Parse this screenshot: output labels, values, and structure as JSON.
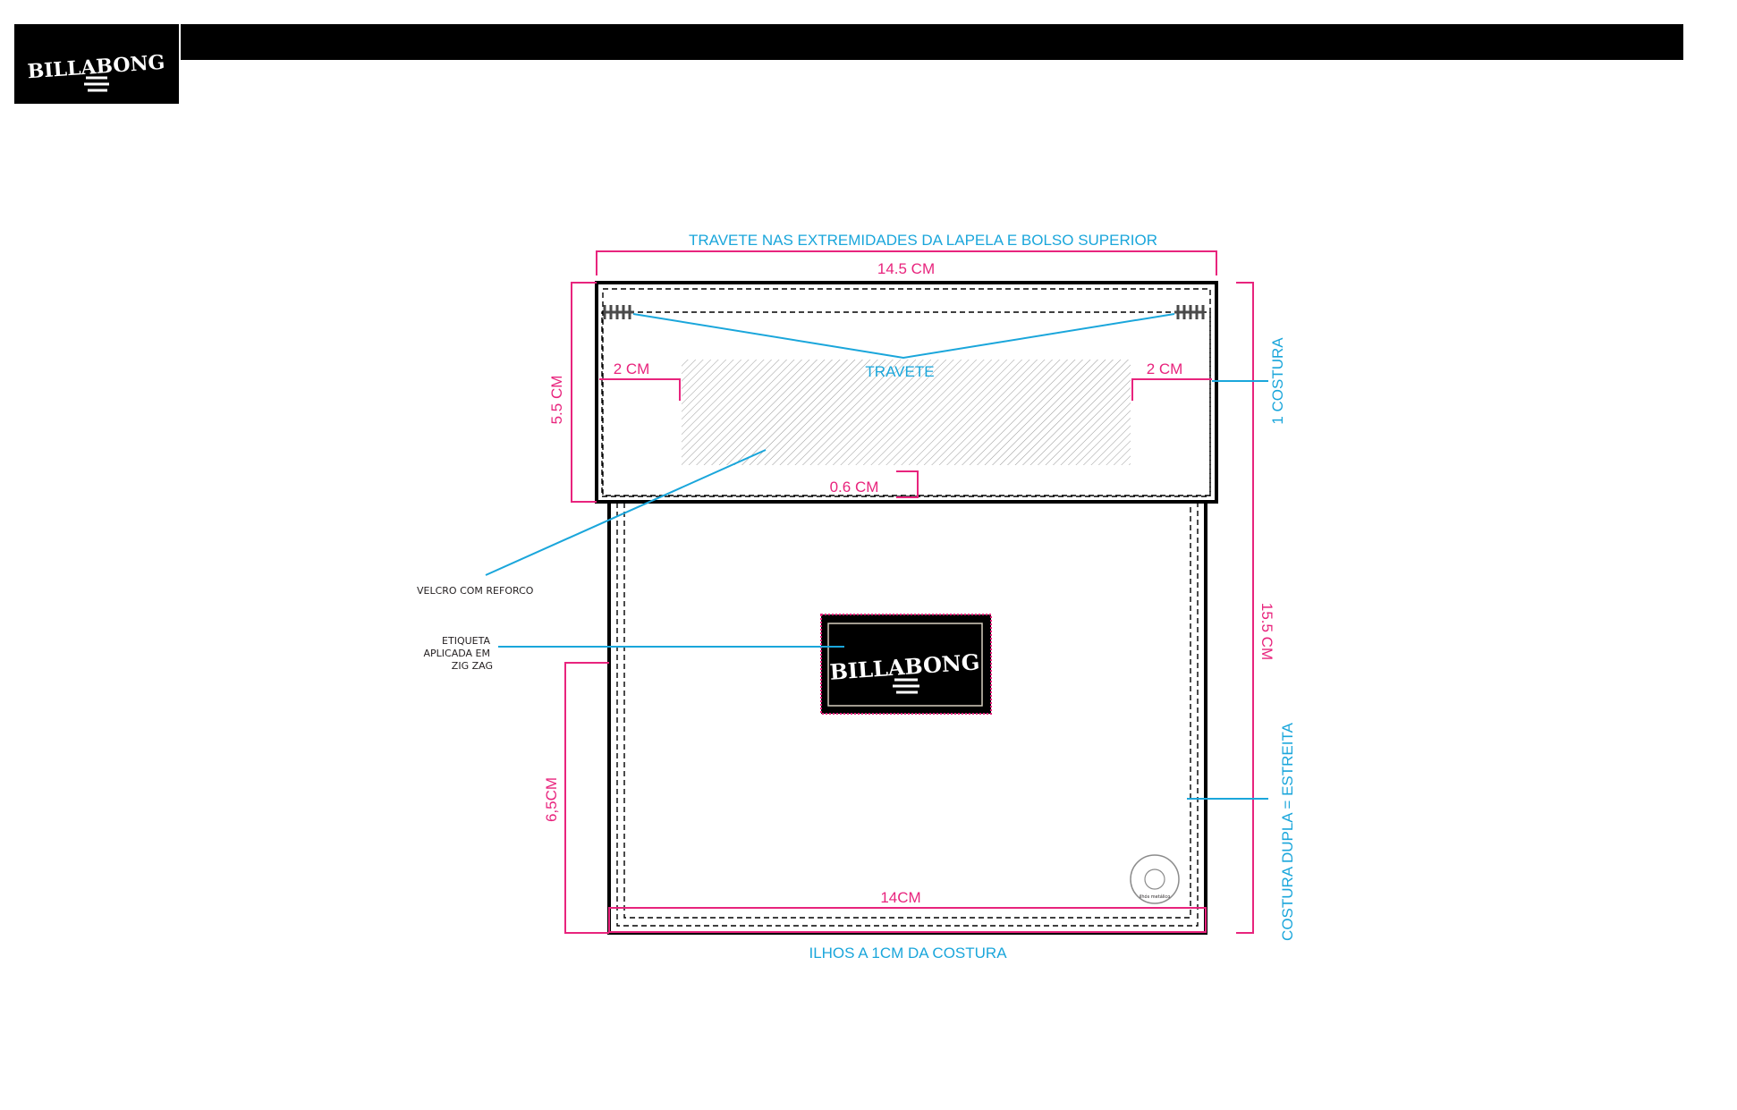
{
  "header": {
    "brand_logo": "BILLABONG",
    "logo_icon": "billabong-wave-icon"
  },
  "drawing": {
    "annotations": {
      "travete_top": "TRAVETE NAS EXTREMIDADES DA LAPELA E BOLSO SUPERIOR",
      "travete": "TRAVETE",
      "one_seam": "1 COSTURA",
      "double_seam": "COSTURA DUPLA = ESTREITA",
      "eyelets": "ILHOS A 1CM DA COSTURA",
      "velcro": "VELCRO COM REFORCO",
      "label_line1": "ETIQUETA",
      "label_line2": "APLICADA EM",
      "label_line3": "ZIG ZAG"
    },
    "dimensions": {
      "flap_width": "14.5 CM",
      "flap_height": "5.5 CM",
      "total_height": "15.5 CM",
      "pocket_width": "14CM",
      "lower_height": "6,5CM",
      "left_margin": "2 CM",
      "right_margin": "2 CM",
      "gap": "0.6 CM"
    },
    "label_patch": {
      "brand": "BILLABONG"
    },
    "eyelet_text": "ilhós metálico"
  },
  "colors": {
    "annotation": "#1aa6db",
    "dimension": "#e8247d",
    "outline": "#000000"
  }
}
